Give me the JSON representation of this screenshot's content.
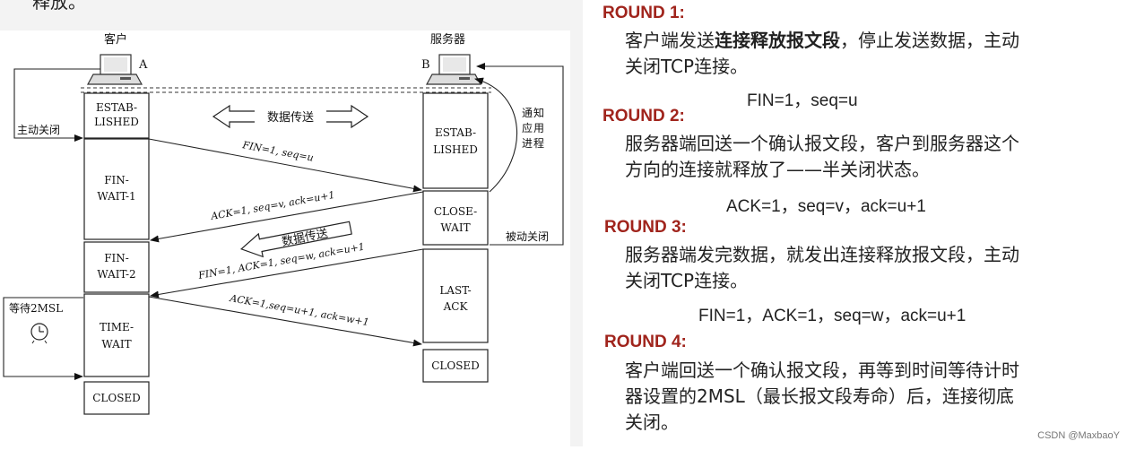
{
  "top_fragment": "释放。",
  "diagram": {
    "client_label": "客户",
    "server_label": "服务器",
    "client_letter": "A",
    "server_letter": "B",
    "active_close": "主动关闭",
    "passive_close": "被动关闭",
    "notify_lines": [
      "通",
      "知",
      "应",
      "用",
      "进",
      "程"
    ],
    "wait_2msl": "等待2MSL",
    "data_transfer_top": "数据传送",
    "data_transfer_mid": "数据传送",
    "client_states": [
      [
        "ESTAB-",
        "LISHED"
      ],
      [
        "FIN-",
        "WAIT-1"
      ],
      [
        "FIN-",
        "WAIT-2"
      ],
      [
        "TIME-",
        "WAIT"
      ],
      [
        "CLOSED"
      ]
    ],
    "server_states": [
      [
        "ESTAB-",
        "LISHED"
      ],
      [
        "CLOSE-",
        "WAIT"
      ],
      [
        "LAST-",
        "ACK"
      ],
      [
        "CLOSED"
      ]
    ],
    "messages": [
      "FIN=1, seq=u",
      "ACK=1, seq=v, ack=u+1",
      "FIN=1, ACK=1, seq=w, ack=u+1",
      "ACK=1,seq=u+1, ack=w+1"
    ]
  },
  "rounds": [
    {
      "title": "ROUND 1:",
      "lines": [
        {
          "pre": "客户端发送",
          "bold": "连接释放报文段",
          "post": "，停止发送数据，主动"
        },
        {
          "pre": "关闭TCP连接。",
          "bold": "",
          "post": ""
        }
      ],
      "formula": "FIN=1，seq=u"
    },
    {
      "title": "ROUND 2:",
      "lines": [
        {
          "pre": "服务器端回送一个确认报文段，客户到服务器这个",
          "bold": "",
          "post": ""
        },
        {
          "pre": "方向的连接就释放了——半关闭状态。",
          "bold": "",
          "post": ""
        }
      ],
      "formula": "ACK=1，seq=v，ack=u+1"
    },
    {
      "title": "ROUND 3:",
      "lines": [
        {
          "pre": "服务器端发完数据，就发出连接释放报文段，主动",
          "bold": "",
          "post": ""
        },
        {
          "pre": "关闭TCP连接。",
          "bold": "",
          "post": ""
        }
      ],
      "formula": "FIN=1，ACK=1，seq=w，ack=u+1"
    },
    {
      "title": "ROUND 4:",
      "lines": [
        {
          "pre": "客户端回送一个确认报文段，再等到时间等待计时",
          "bold": "",
          "post": ""
        },
        {
          "pre": "器设置的2MSL（最长报文段寿命）后，连接彻底",
          "bold": "",
          "post": ""
        },
        {
          "pre": "关闭。",
          "bold": "",
          "post": ""
        }
      ],
      "formula": ""
    }
  ],
  "watermark": "CSDN @MaxbaoY"
}
